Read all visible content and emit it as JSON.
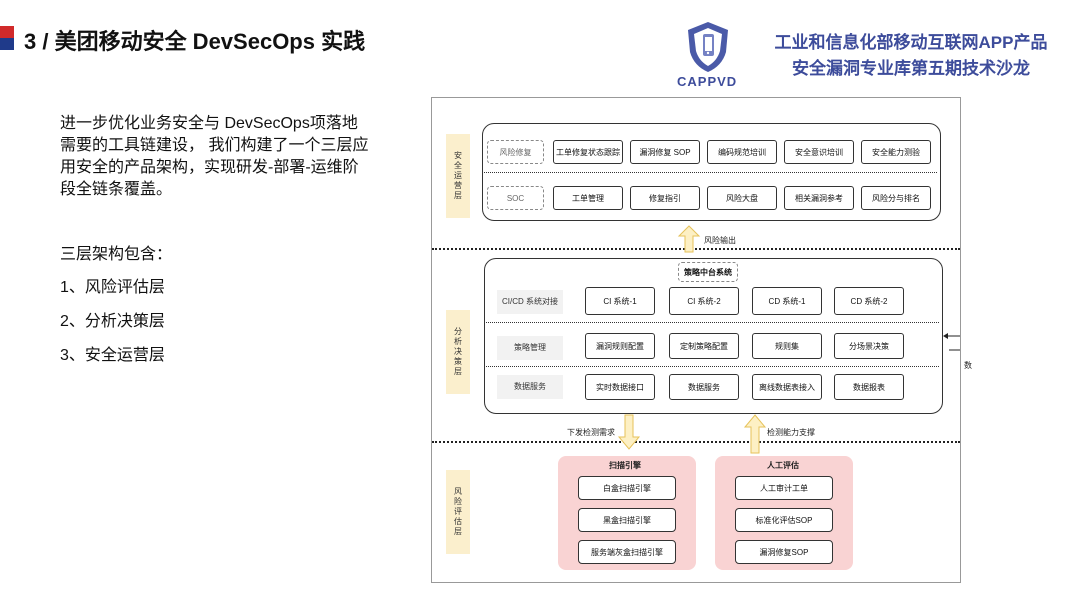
{
  "header": {
    "title": "3 / 美团移动安全 DevSecOps 实践",
    "logo_text": "CAPPVD",
    "salon_line1": "工业和信息化部移动互联网APP产品",
    "salon_line2": "安全漏洞专业库第五期技术沙龙"
  },
  "intro": {
    "paragraph": "进一步优化业务安全与 DevSecOps项落地需要的工具链建设， 我们构建了一个三层应用安全的产品架构，实现研发-部署-运维阶段全链条覆盖。",
    "layers_heading": "三层架构包含：",
    "layers": [
      "1、风险评估层",
      "2、分析决策层",
      "3、安全运营层"
    ]
  },
  "diagram": {
    "ops_layer": {
      "label": "安全运营层",
      "row1_label": "风险修复",
      "row1": [
        "工单修复状态跟踪",
        "漏洞修复 SOP",
        "编码规范培训",
        "安全意识培训",
        "安全能力测验"
      ],
      "row2_label": "SOC",
      "row2": [
        "工单管理",
        "修复指引",
        "风险大盘",
        "相关漏洞参考",
        "风险分与排名"
      ]
    },
    "risk_output": "风险输出",
    "decision_layer": {
      "label": "分析决策层",
      "platform_title": "策略中台系统",
      "row1_label": "CI/CD 系统对接",
      "row1": [
        "CI 系统-1",
        "CI 系统-2",
        "CD 系统-1",
        "CD 系统-2"
      ],
      "row2_label": "策略管理",
      "row2": [
        "漏洞规则配置",
        "定制策略配置",
        "规则集",
        "分场景决策"
      ],
      "row3_label": "数据服务",
      "row3": [
        "实时数据接口",
        "数据服务",
        "离线数据表接入",
        "数据报表"
      ],
      "side_text": "数"
    },
    "down_label": "下发检测需求",
    "up_label": "检测能力支撑",
    "assess_layer": {
      "label": "风险评估层",
      "scan_title": "扫描引擎",
      "scan_items": [
        "白盒扫描引擎",
        "黑盒扫描引擎",
        "服务端灰盒扫描引擎"
      ],
      "manual_title": "人工评估",
      "manual_items": [
        "人工审计工单",
        "标准化评估SOP",
        "漏洞修复SOP"
      ]
    }
  }
}
